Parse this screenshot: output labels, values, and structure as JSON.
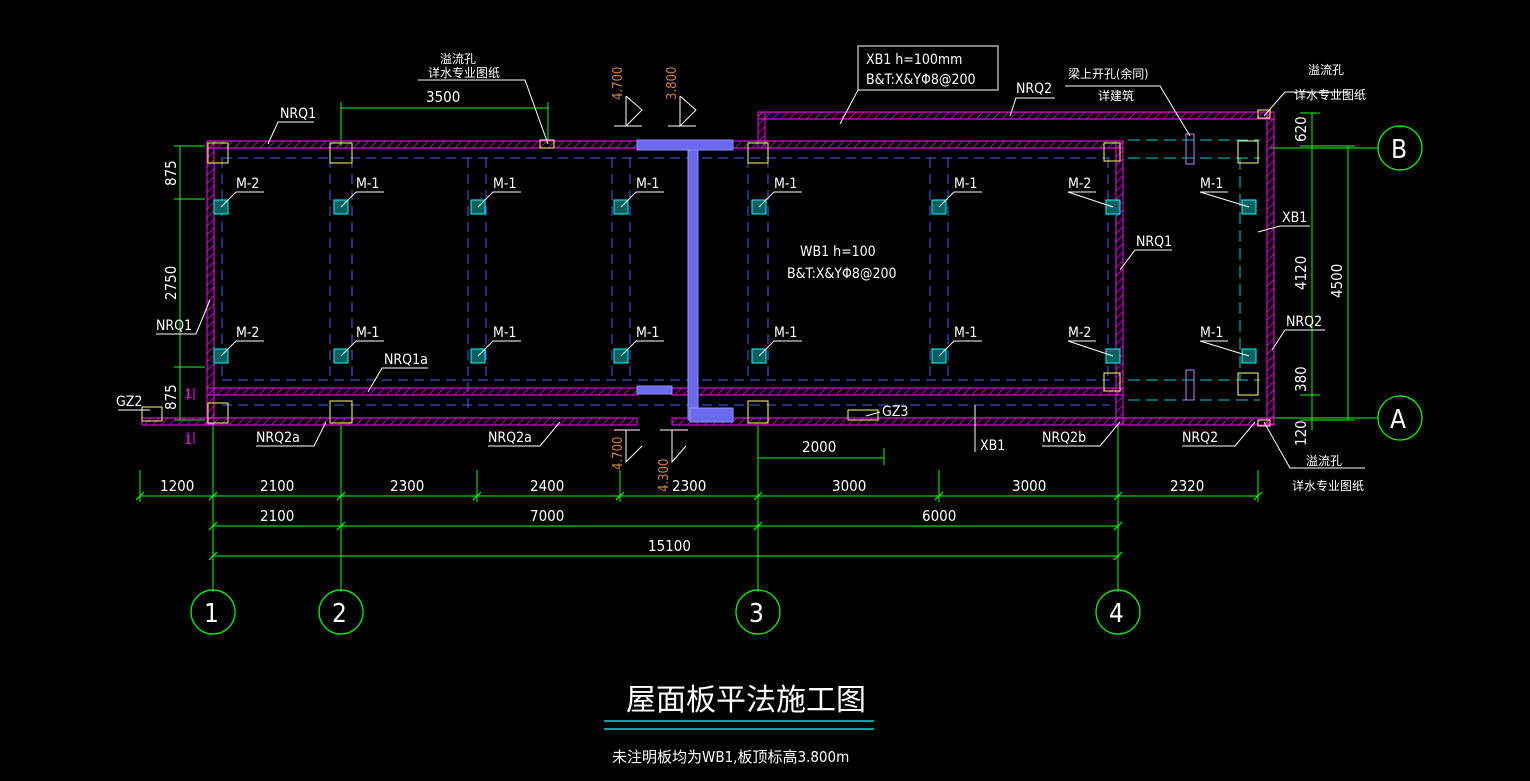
{
  "title": "屋面板平法施工图",
  "note": "未注明板均为WB1,板顶标高3.800m",
  "axes": {
    "columns": [
      "1",
      "2",
      "3",
      "4"
    ],
    "rows": [
      "B",
      "A"
    ]
  },
  "top_labels": {
    "overflow_hole_title": "溢流孔",
    "overflow_hole_sub": "详水专业图纸",
    "dim_3500": "3500",
    "nrq1_top": "NRQ1",
    "level_4700_top": "4.700",
    "level_3800_top": "3.800",
    "xb1_box_line1": "XB1 h=100mm",
    "xb1_box_line2": "B&T:X&YΦ8@200",
    "nrq2_top": "NRQ2",
    "beam_hole_title": "梁上开孔(余同)",
    "beam_hole_sub": "详建筑",
    "overflow_hole_right_title": "溢流孔",
    "overflow_hole_right_sub": "详水专业图纸"
  },
  "plan_labels": {
    "wb1_line1": "WB1 h=100",
    "wb1_line2": "B&T:X&YΦ8@200",
    "nrq1_left": "NRQ1",
    "nrq1a": "NRQ1a",
    "nrq1_mid": "NRQ1",
    "xb1_right": "XB1",
    "nrq2_right": "NRQ2",
    "gz2": "GZ2",
    "gz3": "GZ3",
    "section_mark": "1",
    "m_tags_top": [
      "M-2",
      "M-1",
      "M-1",
      "M-1",
      "M-1",
      "M-1",
      "M-2",
      "M-1"
    ],
    "m_tags_bottom": [
      "M-2",
      "M-1",
      "M-1",
      "M-1",
      "M-1",
      "M-1",
      "M-2",
      "M-1"
    ]
  },
  "bottom_labels": {
    "nrq2a_left": "NRQ2a",
    "nrq2a_mid": "NRQ2a",
    "level_4700_bot": "4.700",
    "level_4300_bot": "4.300",
    "dim_2000": "2000",
    "xb1_bot": "XB1",
    "nrq2b": "NRQ2b",
    "nrq2_bot": "NRQ2",
    "overflow_hole_bot_title": "溢流孔",
    "overflow_hole_bot_sub": "详水专业图纸"
  },
  "dims_left": [
    "875",
    "2750",
    "875"
  ],
  "dims_right": [
    "620",
    "4120",
    "380",
    "120",
    "4500"
  ],
  "dims_row1": [
    "1200",
    "2100",
    "2300",
    "2400",
    "2300",
    "3000",
    "3000",
    "2320"
  ],
  "dims_row2": [
    "2100",
    "7000",
    "6000"
  ],
  "dims_row3": [
    "15100"
  ],
  "colors": {
    "background": "#000000",
    "wall": "#ff00ff",
    "dimension": "#00ff00",
    "dashed_beam": "#4060ff",
    "steel": "#7070ff",
    "column": "#ffff66",
    "mesh": "#00ffff",
    "level_text": "#d2823c",
    "title_underline": "#00ffff"
  }
}
